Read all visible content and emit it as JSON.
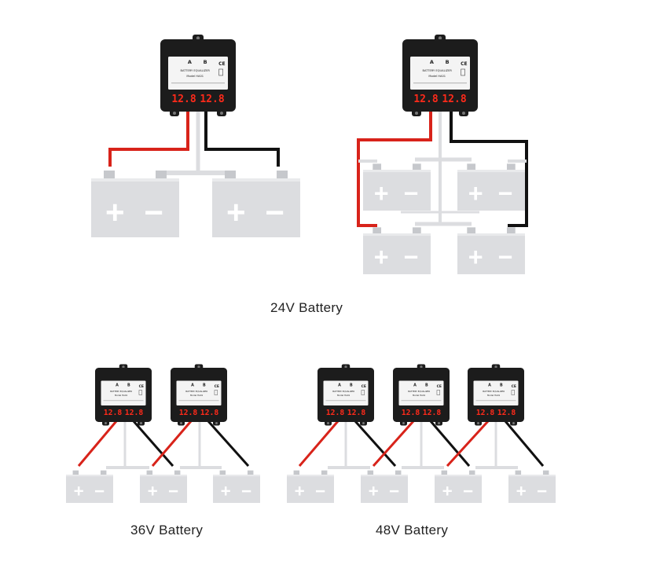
{
  "captions": {
    "v24": "24V Battery",
    "v36": "36V Battery",
    "v48": "48V Battery"
  },
  "equalizer": {
    "label_a": "A",
    "label_b": "B",
    "ce_mark": "CE",
    "title": "BATTERY EQUALIZER",
    "model": "Model HA01",
    "display_a": "12.8",
    "display_b": "12.8"
  },
  "battery": {
    "plus_symbol": "+",
    "minus_symbol": "−"
  },
  "colors": {
    "equalizer_body": "#1c1c1c",
    "label_panel": "#f4f4f4",
    "display_digits": "#ff2a1a",
    "positive_wire": "#d8231a",
    "negative_wire": "#111111",
    "battery_body": "#dcdde0",
    "battery_terminal": "#c6c8cc",
    "bus_bar": "#dcdde0"
  }
}
